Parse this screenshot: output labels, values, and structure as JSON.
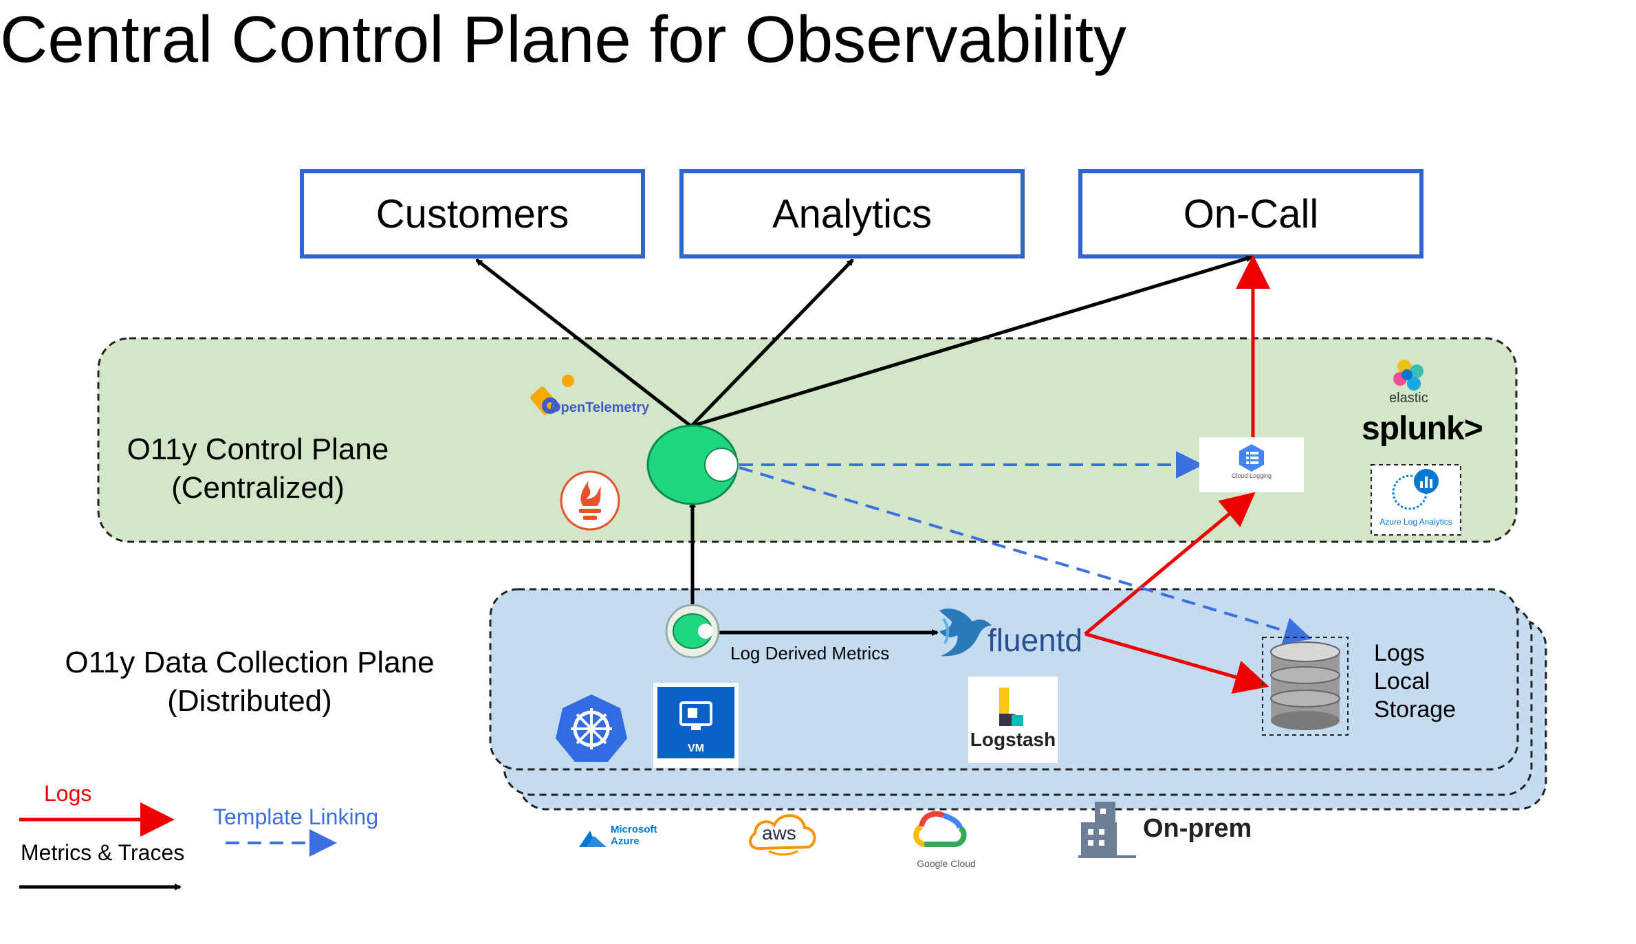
{
  "title": "Central Control Plane for Observability",
  "consumers": [
    "Customers",
    "Analytics",
    "On-Call"
  ],
  "control_plane": {
    "label_line1": "O11y Control Plane",
    "label_line2": "(Centralized)",
    "fill": "#d3e6c8"
  },
  "collection_plane": {
    "label_line1": "O11y Data Collection Plane",
    "label_line2": "(Distributed)",
    "fill": "#c5dbf0"
  },
  "components": {
    "opentelemetry": "OpenTelemetry",
    "elastic": "elastic",
    "splunk": "splunk>",
    "azure_log_analytics": "Azure Log Analytics",
    "cloud_logging": "Cloud Logging",
    "fluentd": "fluentd",
    "logstash": "Logstash",
    "vm": "VM",
    "log_derived_metrics": "Log Derived Metrics",
    "logs_local_storage": [
      "Logs",
      "Local",
      "Storage"
    ]
  },
  "providers": {
    "azure": [
      "Microsoft",
      "Azure"
    ],
    "aws": "aws",
    "google_cloud": "Google Cloud",
    "on_prem": "On-prem"
  },
  "legend": {
    "logs": "Logs",
    "template_linking": "Template Linking",
    "metrics_traces": "Metrics & Traces"
  },
  "colors": {
    "box_border": "#3366cc",
    "logs_arrow": "#ee0000",
    "template_linking_arrow": "#3c6fe0",
    "metrics_arrow": "#000000",
    "hub": "#1ed77f"
  }
}
